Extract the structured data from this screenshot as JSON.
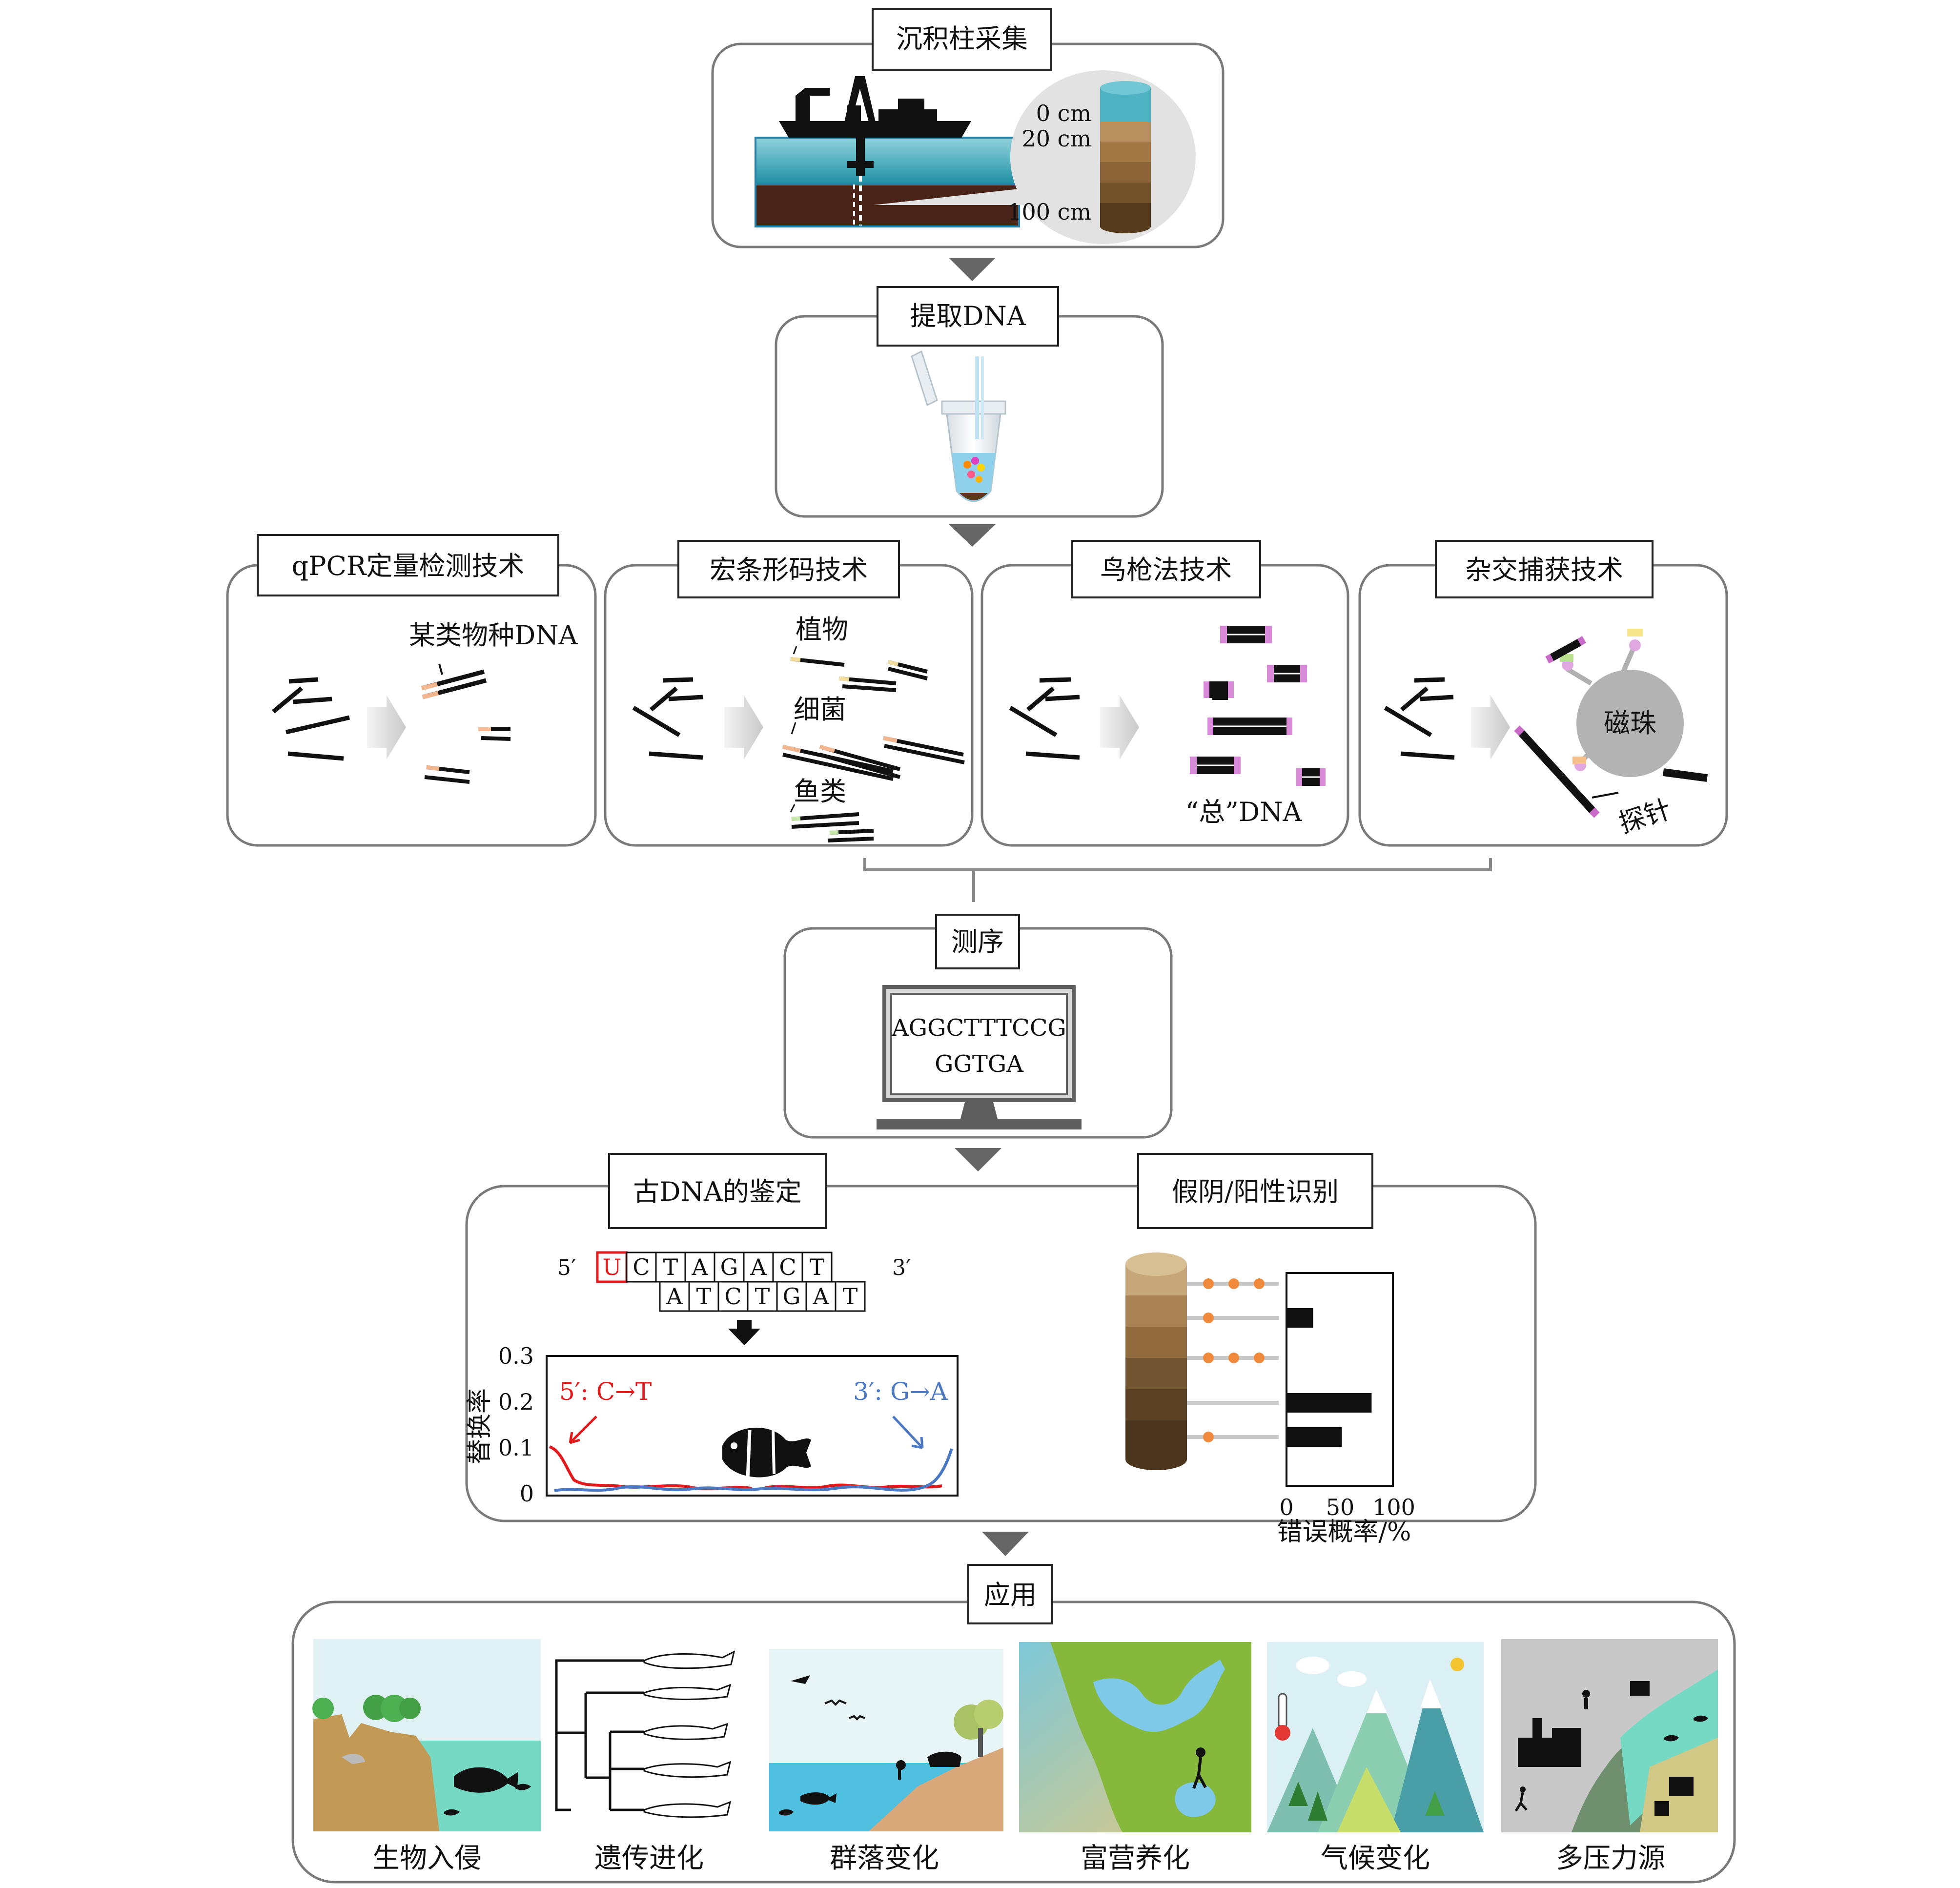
{
  "stages": {
    "collection": {
      "title": "沉积柱采集",
      "depths": [
        "0 cm",
        "20 cm",
        "100 cm"
      ]
    },
    "extraction": {
      "title": "提取DNA"
    },
    "methods": [
      {
        "title": "qPCR定量检测技术",
        "label": "某类物种DNA"
      },
      {
        "title": "宏条形码技术",
        "labels": [
          "植物",
          "细菌",
          "鱼类"
        ]
      },
      {
        "title": "鸟枪法技术",
        "label": "“总”DNA"
      },
      {
        "title": "杂交捕获技术",
        "bead": "磁珠",
        "probe": "探针"
      }
    ],
    "sequencing": {
      "title": "测序",
      "seq_line1": "AGGCTTTCCG",
      "seq_line2": "GGTGA"
    },
    "authentication": {
      "title": "古DNA的鉴定",
      "top_strand": [
        "U",
        "C",
        "T",
        "A",
        "G",
        "A",
        "C",
        "T"
      ],
      "bottom_strand": [
        "A",
        "T",
        "C",
        "T",
        "G",
        "A",
        "T"
      ],
      "prime5": "5′",
      "prime3": "3′",
      "chart": {
        "ylabel": "替换率",
        "yticks": [
          "0.3",
          "0.2",
          "0.1",
          "0"
        ],
        "left_label": "5′: C→T",
        "right_label": "3′: G→A",
        "left_color": "#e31a1c",
        "right_color": "#4a78c2"
      }
    },
    "false_id": {
      "title": "假阴/阳性识别",
      "xlabel": "错误概率/%",
      "xticks": [
        "0",
        "50",
        "100"
      ],
      "bars": [
        0,
        25,
        0,
        80,
        52
      ]
    },
    "applications": {
      "title": "应用",
      "items": [
        "生物入侵",
        "遗传进化",
        "群落变化",
        "富营养化",
        "气候变化",
        "多压力源"
      ]
    }
  }
}
